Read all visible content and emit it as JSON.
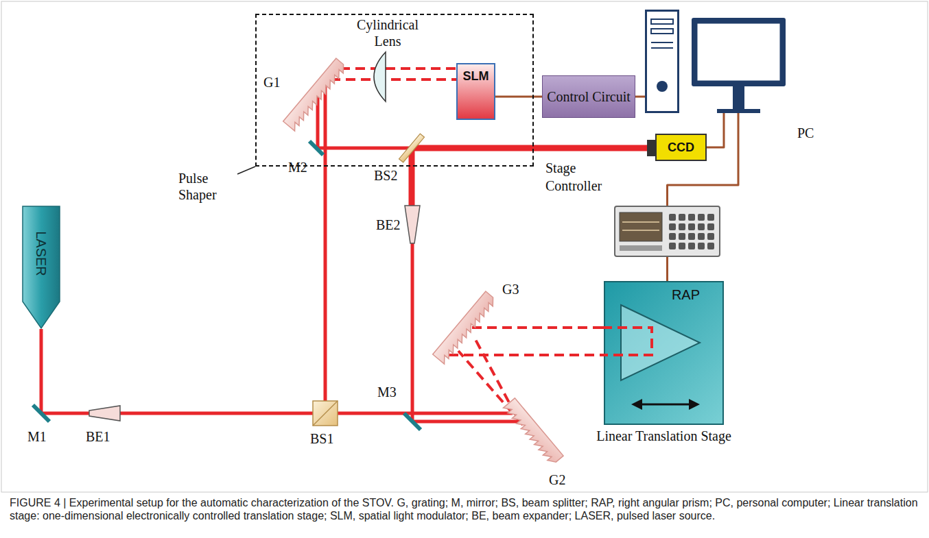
{
  "diagram": {
    "caption": "FIGURE 4 | Experimental setup for the automatic characterization of the STOV. G, grating; M, mirror; BS, beam splitter; RAP, right angular prism; PC, personal computer; Linear translation stage: one-dimensional electronically controlled translation stage; SLM, spatial light modulator; BE, beam expander; LASER, pulsed laser source.",
    "nodes": [
      {
        "text": [
          "Pulse Shaper"
        ]
      },
      {
        "text": [
          "SLM"
        ],
        "in": 0
      },
      {
        "text": [
          "Control Circuit"
        ]
      },
      {
        "text": [
          "PC"
        ]
      },
      {
        "text": [
          "CCD"
        ]
      },
      {
        "text": [
          "Stage Controller"
        ]
      },
      {
        "text": [
          "LASER"
        ]
      },
      {
        "text": [
          "Linear Translation Stage"
        ]
      },
      {
        "text": [
          "RAP"
        ],
        "in": 7
      }
    ],
    "edges": [
      {
        "from": 1,
        "to": 2,
        "arrow": "none"
      },
      {
        "from": 2,
        "to": 3,
        "arrow": "none"
      },
      {
        "from": 4,
        "to": 3,
        "arrow": "none"
      },
      {
        "from": 3,
        "to": 5,
        "arrow": "none"
      },
      {
        "from": 5,
        "to": 7,
        "arrow": "none"
      }
    ],
    "labels": [
      "G1",
      "Cylindrical Lens",
      "M2",
      "BS2",
      "BE2",
      "G3",
      "M3",
      "M1",
      "BE1",
      "BS1",
      "G2"
    ]
  }
}
